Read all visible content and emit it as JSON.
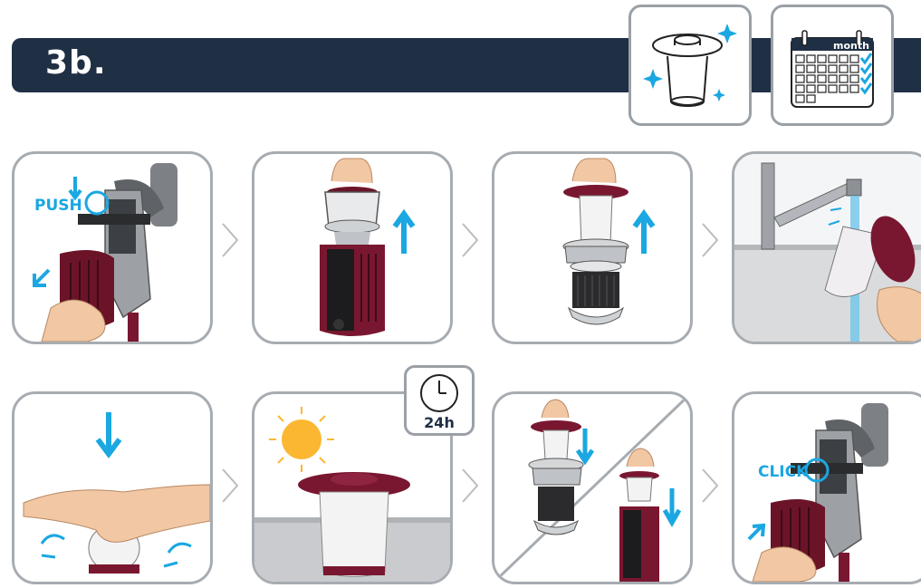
{
  "header": {
    "step_label": "3b.",
    "calendar_label": "month"
  },
  "steps": {
    "push_label": "PUSH",
    "dry_time_label": "24h",
    "click_label": "CLICK"
  },
  "colors": {
    "banner": "#1f2f44",
    "accent_blue": "#1ba7e1",
    "filter_red": "#7a1730",
    "panel_border": "#a7acb1"
  },
  "icons": [
    "filter-sparkle-icon",
    "calendar-month-icon",
    "clock-icon",
    "sun-icon",
    "chevron-right-icon"
  ]
}
